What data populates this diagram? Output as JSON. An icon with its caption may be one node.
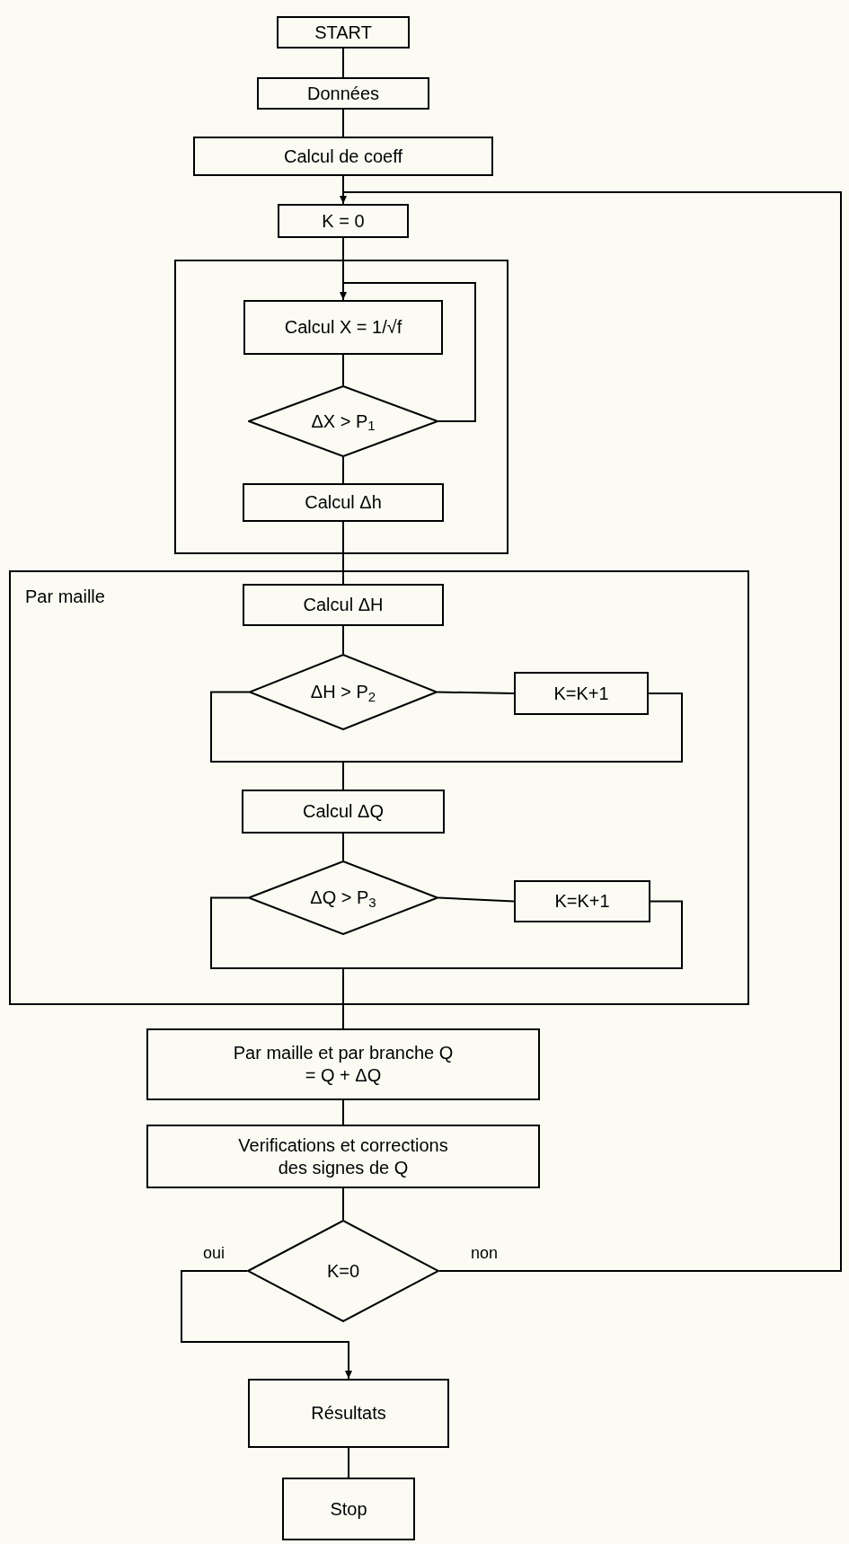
{
  "diagram": {
    "nodes": [
      {
        "text": [
          "START"
        ]
      },
      {
        "text": [
          "Données"
        ]
      },
      {
        "text": [
          "Calcul de coeff"
        ]
      },
      {
        "text": [
          "K = 0"
        ]
      },
      {
        "text": [],
        "shape": "box"
      },
      {
        "text": [
          "Calcul X = 1/√f"
        ],
        "in": 4
      },
      {
        "text": [
          "ΔX > P$_{1}$"
        ],
        "in": 4
      },
      {
        "text": [
          "Calcul Δh"
        ],
        "in": 4
      },
      {
        "text": [
          "Par maille"
        ]
      },
      {
        "text": [
          "Calcul ΔH"
        ],
        "in": 8
      },
      {
        "text": [
          "ΔH > P$_{2}$"
        ],
        "in": 8
      },
      {
        "text": [
          "K=K+1"
        ],
        "in": 8
      },
      {
        "text": [
          "Calcul ΔQ"
        ],
        "in": 8
      },
      {
        "text": [
          "ΔQ > P$_{3}$"
        ],
        "in": 8
      },
      {
        "text": [
          "K=K+1"
        ],
        "in": 8
      },
      {
        "text": [
          "Par maille et par branche Q = Q + ΔQ"
        ]
      },
      {
        "text": [
          "Verifications et corrections des signes de Q"
        ]
      },
      {
        "text": [
          "K=0"
        ]
      },
      {
        "text": [
          "Résultats"
        ]
      },
      {
        "text": [
          "Stop"
        ]
      }
    ],
    "edges": [
      {
        "from": 0,
        "to": 1,
        "arrow": "none"
      },
      {
        "from": 1,
        "to": 2,
        "arrow": "none"
      },
      {
        "from": 2,
        "to": 3,
        "arrow": "none"
      },
      {
        "from": 3,
        "to": 5,
        "arrow": "none"
      },
      {
        "from": 5,
        "to": 6,
        "arrow": "none"
      },
      {
        "from": 6,
        "to": 5,
        "arrow": "to"
      },
      {
        "from": 6,
        "to": 7,
        "arrow": "none"
      },
      {
        "from": 7,
        "to": 9,
        "arrow": "none"
      },
      {
        "from": 9,
        "to": 10,
        "arrow": "none"
      },
      {
        "from": 10,
        "to": 11,
        "arrow": "none"
      },
      {
        "from": 10,
        "to": 12,
        "arrow": "none"
      },
      {
        "from": 11,
        "to": 12,
        "arrow": "none"
      },
      {
        "from": 12,
        "to": 13,
        "arrow": "none"
      },
      {
        "from": 13,
        "to": 14,
        "arrow": "none"
      },
      {
        "from": 13,
        "to": 15,
        "arrow": "none"
      },
      {
        "from": 14,
        "to": 15,
        "arrow": "none"
      },
      {
        "from": 15,
        "to": 16,
        "arrow": "none"
      },
      {
        "from": 16,
        "to": 17,
        "arrow": "none"
      },
      {
        "from": 17,
        "to": 18,
        "arrow": "to",
        "label": "oui"
      },
      {
        "from": 17,
        "to": 3,
        "arrow": "to",
        "label": "non"
      },
      {
        "from": 18,
        "to": 19,
        "arrow": "none"
      }
    ]
  }
}
